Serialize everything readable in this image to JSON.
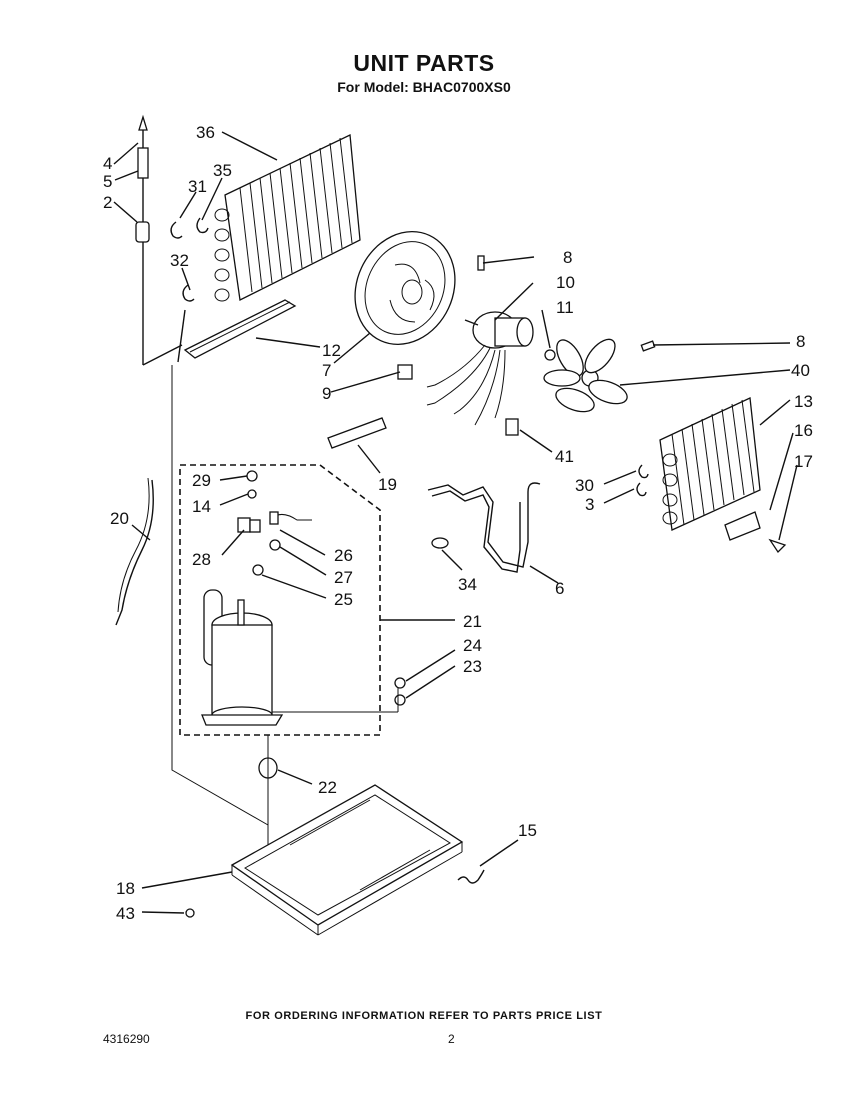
{
  "header": {
    "title": "UNIT PARTS",
    "subtitle": "For Model: BHAC0700XS0"
  },
  "footer": {
    "note": "FOR ORDERING INFORMATION REFER TO PARTS PRICE LIST",
    "doc_number": "4316290",
    "page_number": "2"
  },
  "callouts": {
    "c2": "2",
    "c3": "3",
    "c4": "4",
    "c5": "5",
    "c6": "6",
    "c7": "7",
    "c8a": "8",
    "c8b": "8",
    "c9": "9",
    "c10": "10",
    "c11": "11",
    "c12": "12",
    "c13": "13",
    "c14": "14",
    "c15": "15",
    "c16": "16",
    "c17": "17",
    "c18": "18",
    "c19": "19",
    "c20": "20",
    "c21": "21",
    "c22": "22",
    "c23": "23",
    "c24": "24",
    "c25": "25",
    "c26": "26",
    "c27": "27",
    "c28": "28",
    "c29": "29",
    "c30": "30",
    "c31": "31",
    "c32": "32",
    "c34": "34",
    "c35": "35",
    "c36": "36",
    "c40": "40",
    "c41": "41",
    "c43": "43"
  }
}
